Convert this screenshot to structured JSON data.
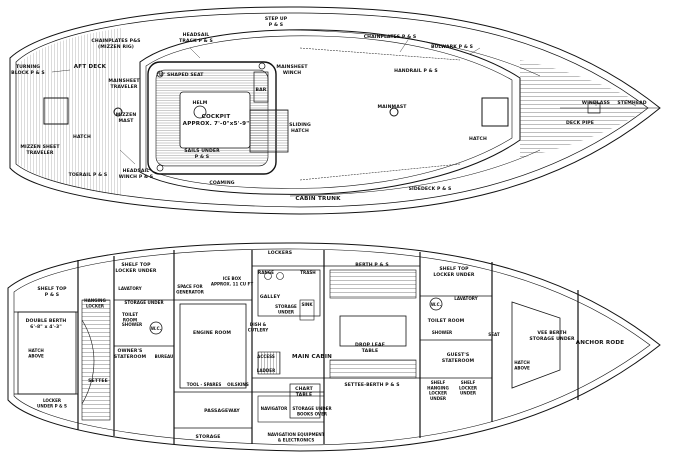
{
  "deck_plan": {
    "labels": {
      "step_up": "STEP UP\nP & S",
      "chainplates_ps_aft": "CHAINPLATES P&S\n(MIZZEN RIG)",
      "headsail_track": "HEADSAIL\nTRACK P & S",
      "chainplates_ps_fwd": "CHAINPLATES P & S",
      "bulwark": "BULWARK P & S",
      "aft_deck": "AFT DECK",
      "turning_block": "TURNING\nBLOCK P & S",
      "u_shaped_seat": "\"U\" SHAPED SEAT",
      "mainsheet_winch": "MAINSHEET\nWINCH",
      "handrail": "HANDRAIL P & S",
      "mainsheet_traveler": "MAINSHEET\nTRAVELER",
      "mizzen_mast": "MIZZEN\nMAST",
      "bar": "BAR",
      "helm": "HELM",
      "cockpit": "COCKPIT\nAPPROX. 7'-0\"x5'-9\"",
      "mainmast": "MAINMAST",
      "windlass": "WINDLASS",
      "stemhead": "STEMHEAD",
      "sliding_hatch": "SLIDING\nHATCH",
      "hatch_aft": "HATCH",
      "hatch_fwd": "HATCH",
      "deck_pipe": "DECK PIPE",
      "mizzen_sheet_traveler": "MIZZEN SHEET\nTRAVELER",
      "sails_under": "SAILS UNDER\nP & S",
      "headsail_winch": "HEADSAIL\nWINCH P & S",
      "toerail": "TOERAIL P & S",
      "coaming": "COAMING",
      "sidedeck": "SIDEDECK P & S",
      "cabin_trunk": "CABIN TRUNK"
    }
  },
  "accommodation_plan": {
    "labels": {
      "lockers": "LOCKERS",
      "shelf_top_locker_under_aft": "SHELF TOP\nLOCKER UNDER",
      "range": "RANGE",
      "trash": "TRASH",
      "space_for_generator": "SPACE FOR\nGENERATOR",
      "icebox": "ICE BOX\nAPPROX. 11 CU FT",
      "berth_ps": "BERTH P & S",
      "shelf_top_locker_under_fwd": "SHELF TOP\nLOCKER UNDER",
      "shelf_top_ps": "SHELF TOP\nP & S",
      "hanging_locker_aft": "HANGING\nLOCKER",
      "lavatory_aft": "LAVATORY",
      "galley": "GALLEY",
      "wc_fwd": "W.C.",
      "lavatory_fwd": "LAVATORY",
      "double_berth": "DOUBLE BERTH\n6'-8\" x 4'-3\"",
      "storage_under_aft": "STORAGE UNDER",
      "toilet_room_aft": "TOILET\nROOM",
      "sink": "SINK",
      "storage_under_sink": "STORAGE\nUNDER",
      "toilet_room_fwd": "TOILET ROOM",
      "engine_room": "ENGINE ROOM",
      "dish_and_cutlery": "DISH &\nCUTLERY",
      "wc_aft": "W.C.",
      "shower_aft": "SHOWER",
      "drop_leaf_table": "DROP LEAF\nTABLE",
      "shower_fwd": "SHOWER",
      "seat": "SEAT",
      "vee_berth": "VEE BERTH\nSTORAGE UNDER",
      "anchor_rode": "ANCHOR RODE",
      "hatch_above": "HATCH\nABOVE",
      "owners_stateroom": "OWNER'S\nSTATEROOM",
      "bureau": "BUREAU",
      "access": "ACCESS",
      "ladder": "LADDER",
      "main_cabin": "MAIN CABIN",
      "guests_stateroom": "GUEST'S\nSTATEROOM",
      "hatch_above_fwd": "HATCH\nABOVE",
      "settee": "SETTEE",
      "tool_spares": "TOOL - SPARES",
      "oilskins": "OILSKINS",
      "settee_berth": "SETTEE-BERTH P & S",
      "chart_table": "CHART\nTABLE",
      "shelf_hanging_locker": "SHELF\nHANGING\nLOCKER\nUNDER",
      "shelf_locker_under": "SHELF\nLOCKER\nUNDER",
      "locker_under": "LOCKER\nUNDER P & S",
      "passageway": "PASSAGEWAY",
      "navigator": "NAVIGATOR",
      "storage_under_books": "STORAGE UNDER\nBOOKS OVER",
      "storage": "STORAGE",
      "nav_equipment": "NAVIGATION EQUIPMENT\n& ELECTRONICS"
    }
  }
}
